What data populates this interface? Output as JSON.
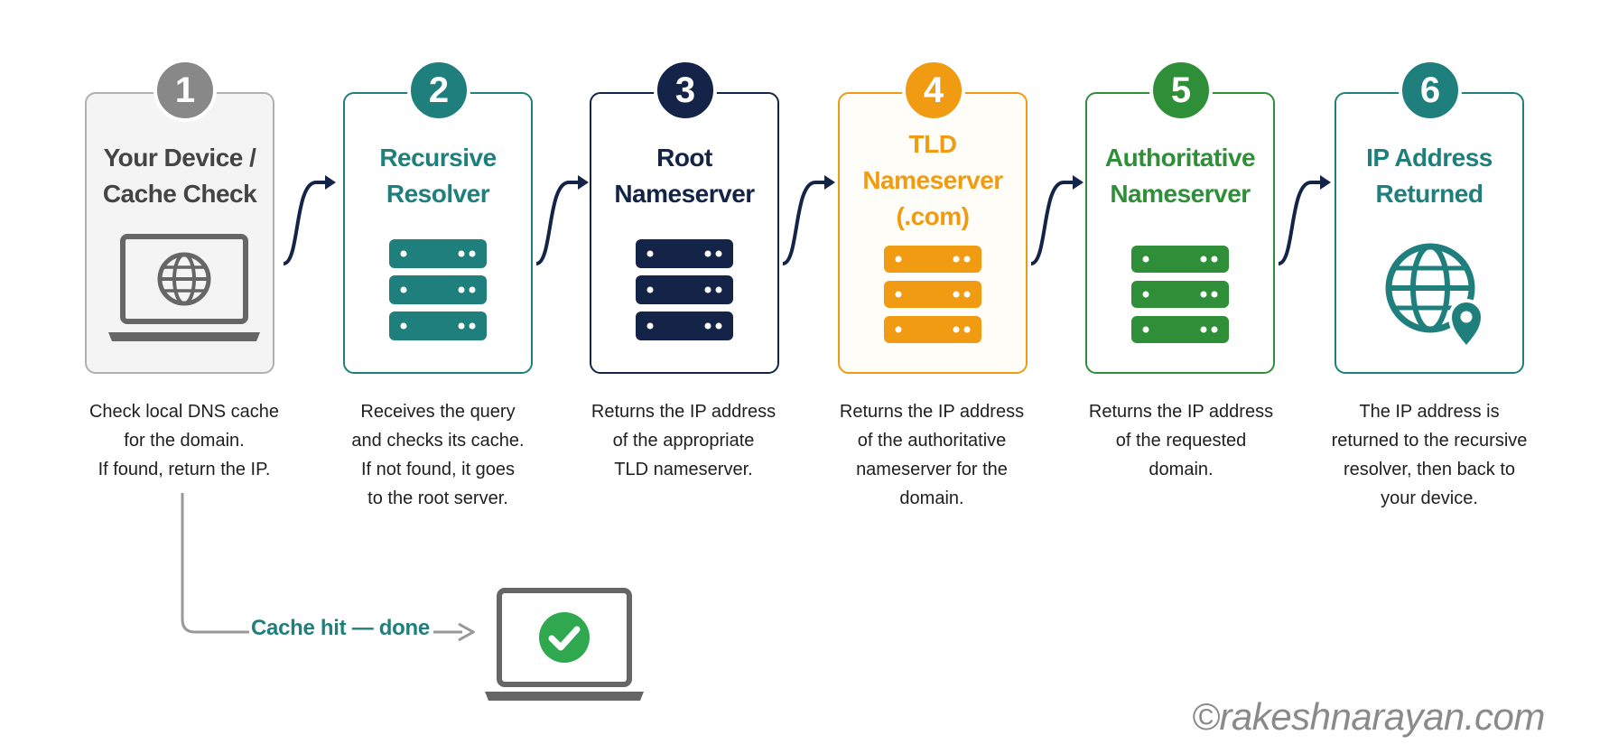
{
  "steps": [
    {
      "number": "1",
      "title_lines": [
        "Your Device /",
        "Cache Check"
      ],
      "desc_lines": [
        "Check local DNS cache",
        "for the domain.",
        "If found, return the IP."
      ],
      "color": "#888888",
      "icon": "laptop-globe-icon"
    },
    {
      "number": "2",
      "title_lines": [
        "Recursive",
        "Resolver"
      ],
      "desc_lines": [
        "Receives the query",
        "and checks its cache.",
        "If not found, it goes",
        "to the root server."
      ],
      "color": "#1f7f7d",
      "icon": "server-stack-icon"
    },
    {
      "number": "3",
      "title_lines": [
        "Root",
        "Nameserver"
      ],
      "desc_lines": [
        "Returns the IP address",
        "of the appropriate",
        "TLD nameserver."
      ],
      "color": "#142448",
      "icon": "server-stack-icon"
    },
    {
      "number": "4",
      "title_lines": [
        "TLD",
        "Nameserver",
        "(.com)"
      ],
      "desc_lines": [
        "Returns the IP address",
        "of the authoritative",
        "nameserver for the",
        "domain."
      ],
      "color": "#f09b12",
      "icon": "server-stack-icon"
    },
    {
      "number": "5",
      "title_lines": [
        "Authoritative",
        "Nameserver"
      ],
      "desc_lines": [
        "Returns the IP address",
        "of the requested",
        "domain."
      ],
      "color": "#2f8f38",
      "icon": "server-stack-icon"
    },
    {
      "number": "6",
      "title_lines": [
        "IP Address",
        "Returned"
      ],
      "desc_lines": [
        "The IP address is",
        "returned to the recursive",
        "resolver, then back to",
        "your device."
      ],
      "color": "#1f7f7d",
      "icon": "globe-location-icon"
    }
  ],
  "cache_hit": {
    "label": "Cache hit — done"
  },
  "watermark": "©rakeshnarayan.com"
}
